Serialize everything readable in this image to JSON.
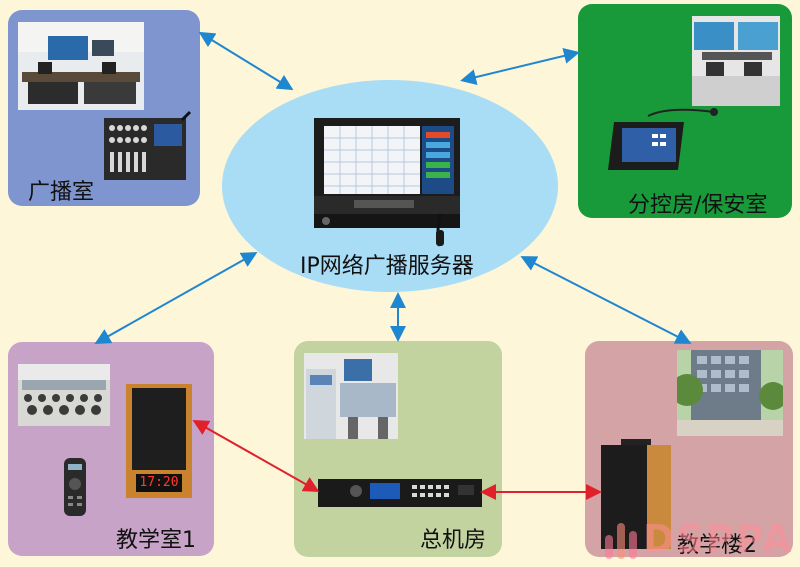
{
  "server": {
    "label": "IP网络广播服务器"
  },
  "nodes": {
    "broadcast_room": {
      "label": "广播室",
      "color": "#7f95d0"
    },
    "control_room": {
      "label": "分控房/保安室",
      "color": "#199a3a"
    },
    "classroom": {
      "label": "教学室1",
      "color": "#c7a3c7"
    },
    "machine_room": {
      "label": "总机房",
      "color": "#c3d3a0"
    },
    "teaching_building": {
      "label": "教学楼2",
      "color": "#d4a3a6"
    }
  },
  "clock_display": "17:20",
  "watermark": "DSPPA",
  "colors": {
    "blue_arrow": "#1f86d0",
    "red_arrow": "#e0202a",
    "ellipse": "#a9dcf5",
    "background": "#fdf6d8"
  }
}
